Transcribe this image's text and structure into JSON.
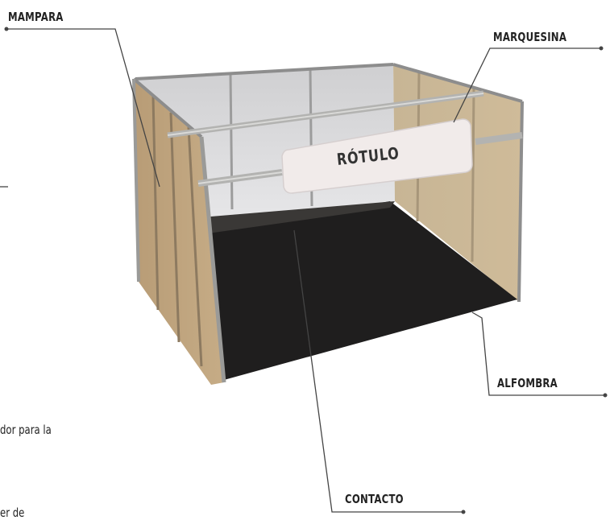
{
  "labels": {
    "mampara": "MAMPARA",
    "marquesina": "MARQUESINA",
    "rotulo": "RÓTULO",
    "alfombra": "ALFOMBRA",
    "contacto": "CONTACTO"
  },
  "fragments": {
    "line1": "dor para la",
    "line2": "er de"
  },
  "colors": {
    "panel": "#c2a985",
    "carpet": "#1f1e1e",
    "frame": "#9a9a98",
    "sign": "#f1ebea",
    "leader": "#444444"
  }
}
